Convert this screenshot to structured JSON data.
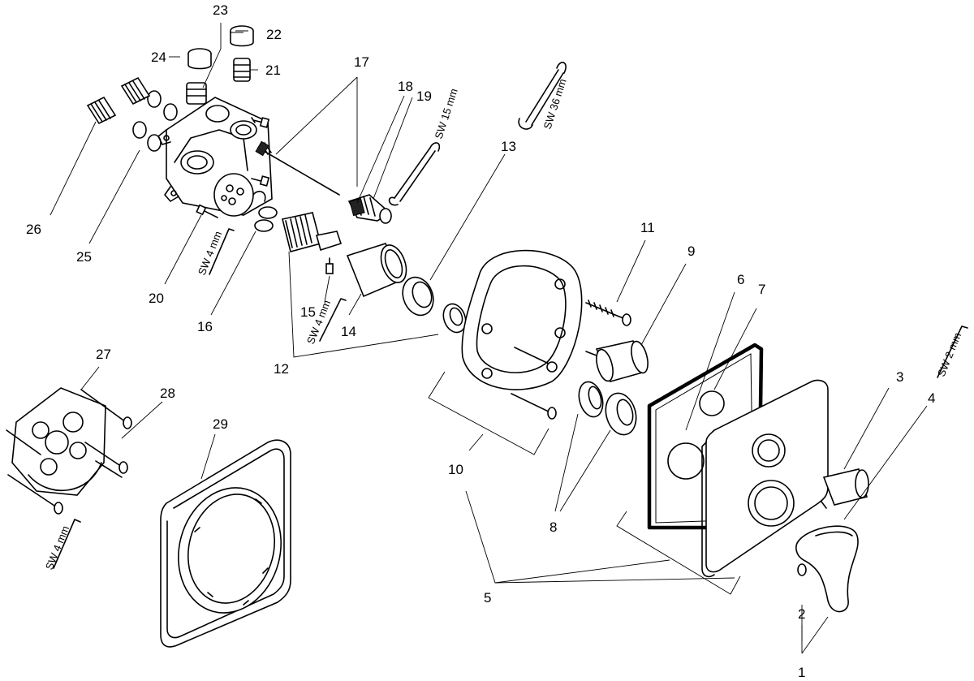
{
  "diagram": {
    "part_numbers": [
      "1",
      "2",
      "3",
      "4",
      "5",
      "6",
      "7",
      "8",
      "9",
      "10",
      "11",
      "12",
      "13",
      "14",
      "15",
      "16",
      "17",
      "18",
      "19",
      "20",
      "21",
      "22",
      "23",
      "24",
      "25",
      "26",
      "27",
      "28",
      "29"
    ],
    "tool_labels": {
      "sw15": "SW 15 mm",
      "sw36": "SW 36 mm",
      "sw4_a": "SW 4 mm",
      "sw4_b": "SW 4 mm",
      "sw4_c": "SW 4 mm",
      "sw2": "SW 2 mm"
    }
  }
}
